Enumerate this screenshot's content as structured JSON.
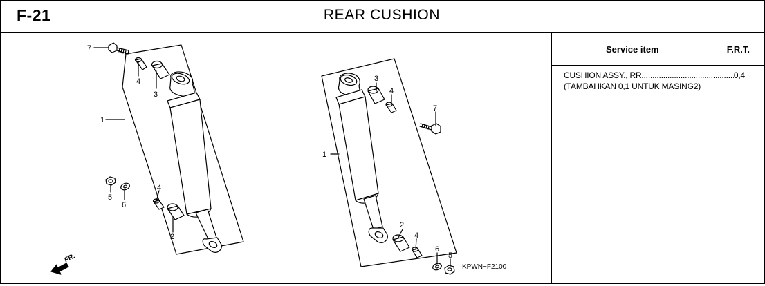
{
  "header": {
    "code": "F-21",
    "title": "REAR CUSHION"
  },
  "service_panel": {
    "heading": "Service item",
    "frt_heading": "F.R.T.",
    "item_name": "CUSHION ASSY., RR.",
    "item_time": "0,4",
    "item_note": "(TAMBAHKAN 0,1 UNTUK MASING2)"
  },
  "diagram": {
    "left_labels": {
      "p1": "1",
      "p2": "2",
      "p3": "3",
      "p4a": "4",
      "p4b": "4",
      "p5": "5",
      "p6": "6",
      "p7": "7"
    },
    "right_labels": {
      "p1": "1",
      "p2": "2",
      "p3": "3",
      "p4a": "4",
      "p4b": "4",
      "p5": "5",
      "p6": "6",
      "p7": "7"
    },
    "front_label": "FR.",
    "figure_code": "KPWN−F2100"
  }
}
